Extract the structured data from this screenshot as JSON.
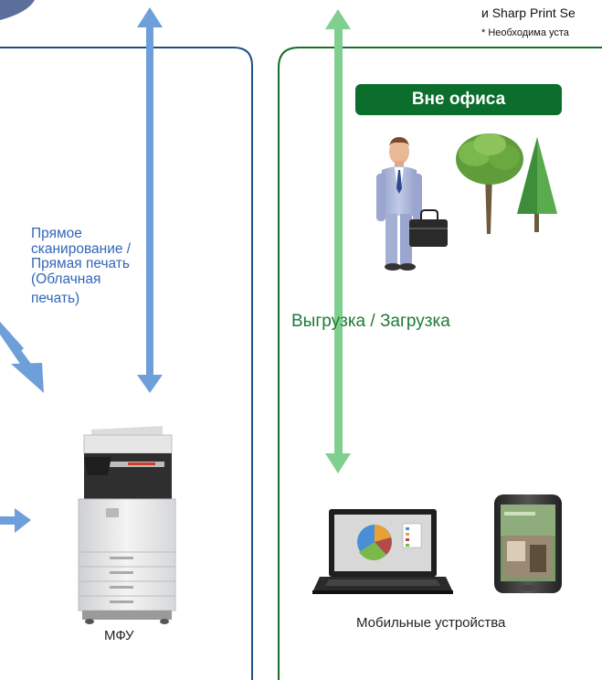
{
  "header": {
    "line1": "и Sharp Print Se",
    "line2": "* Необходима уста"
  },
  "offsite": {
    "title": "Вне офиса"
  },
  "links": {
    "direct_lines": [
      "Прямое",
      "сканирование /",
      "Прямая печать",
      "(Облачная",
      "печать)"
    ],
    "upload_download": "Выгрузка / Загрузка"
  },
  "devices": {
    "mfp_label": "МФУ",
    "mobile_label": "Мобильные устройства"
  },
  "colors": {
    "blue_arrow": "#6f9fd8",
    "blue_frame": "#1f4f86",
    "green_arrow": "#7fd08f",
    "green_frame": "#1a6e2b",
    "office_badge": "#0b6e2c"
  },
  "icons": [
    "businessman-icon",
    "briefcase-icon",
    "deciduous-tree-icon",
    "pine-tree-icon",
    "mfp-printer-icon",
    "laptop-icon",
    "smartphone-icon",
    "pie-chart-icon"
  ]
}
